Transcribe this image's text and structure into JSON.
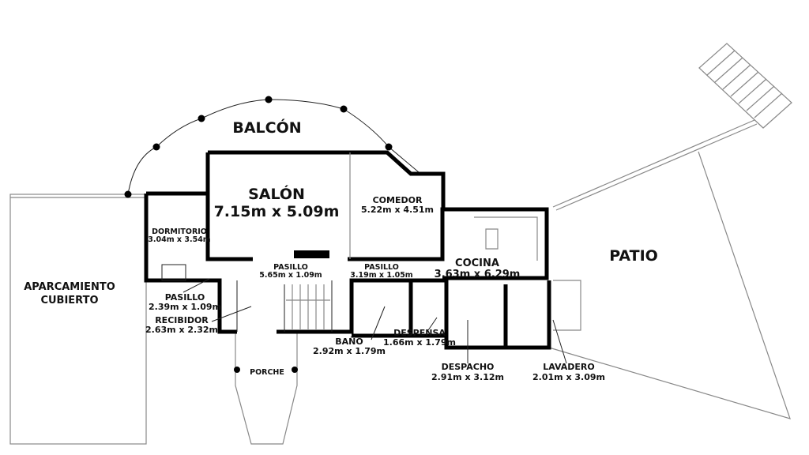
{
  "rooms": {
    "balcon": {
      "name": "BALCÓN"
    },
    "salon": {
      "name": "SALÓN",
      "size": "7.15m x 5.09m"
    },
    "comedor": {
      "name": "COMEDOR",
      "size": "5.22m x 4.51m"
    },
    "dormitorio": {
      "name": "DORMITORIO",
      "size": "3.04m x 3.54m"
    },
    "pasillo1": {
      "name": "PASILLO",
      "size": "5.65m x 1.09m"
    },
    "pasillo2": {
      "name": "PASILLO",
      "size": "3.19m x 1.05m"
    },
    "pasillo3": {
      "name": "PASILLO",
      "size": "2.39m x 1.09m"
    },
    "recibidor": {
      "name": "RECIBIDOR",
      "size": "2.63m x 2.32m"
    },
    "bano": {
      "name": "BAÑO",
      "size": "2.92m x 1.79m"
    },
    "despensa": {
      "name": "DESPENSA",
      "size": "1.66m x 1.79m"
    },
    "cocina": {
      "name": "COCINA",
      "size": "3.63m x 6.29m"
    },
    "despacho": {
      "name": "DESPACHO",
      "size": "2.91m x 3.12m"
    },
    "lavadero": {
      "name": "LAVADERO",
      "size": "2.01m x 3.09m"
    },
    "patio": {
      "name": "PATIO"
    },
    "porche": {
      "name": "PORCHE"
    },
    "aparcamiento": {
      "name1": "APARCAMIENTO",
      "name2": "CUBIERTO"
    }
  }
}
